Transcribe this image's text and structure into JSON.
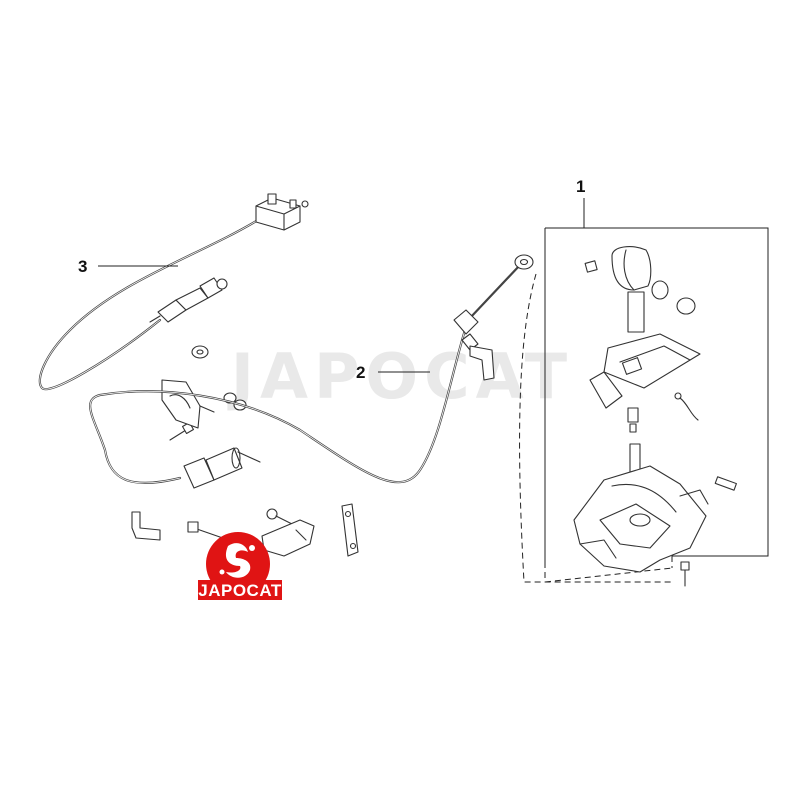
{
  "callouts": [
    {
      "id": "1",
      "label": "1"
    },
    {
      "id": "2",
      "label": "2"
    },
    {
      "id": "3",
      "label": "3"
    }
  ],
  "watermark": {
    "text": "JAPOCAT"
  },
  "logo": {
    "text": "JAPOCAT",
    "color": "#e01414"
  }
}
